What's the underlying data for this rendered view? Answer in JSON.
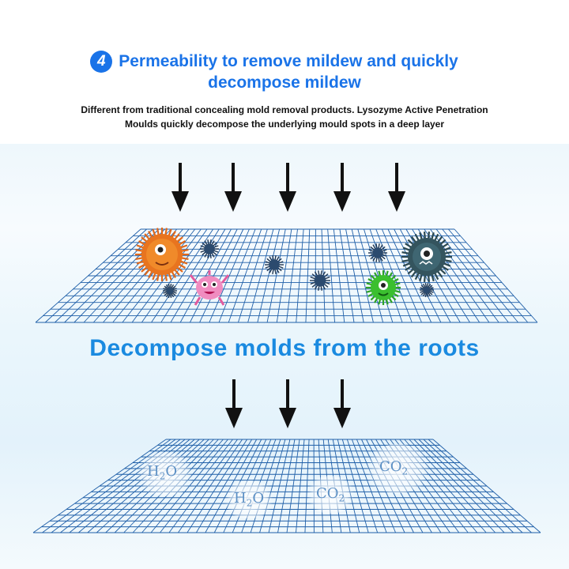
{
  "header": {
    "step_number": "4",
    "title_line1": "Permeability to remove mildew and quickly",
    "title_line2": "decompose mildew",
    "subtitle_line1": "Different from traditional concealing mold removal products. Lysozyme Active Penetration",
    "subtitle_line2": "Moulds quickly decompose the underlying mould spots in a deep layer"
  },
  "middle": {
    "heading": "Decompose molds from the roots"
  },
  "molecules": [
    {
      "formula": "H2O"
    },
    {
      "formula": "H2O"
    },
    {
      "formula": "CO2"
    },
    {
      "formula": "CO2"
    }
  ],
  "colors": {
    "accent_blue": "#1a73e8",
    "heading_blue": "#1a8ae0",
    "grid_line": "#1f5fa8",
    "arrow": "#111111"
  },
  "icons": [
    "down-arrow-icon",
    "mold-orange-icon",
    "mold-pink-icon",
    "mold-green-icon",
    "mold-dark-icon",
    "spore-icon"
  ]
}
